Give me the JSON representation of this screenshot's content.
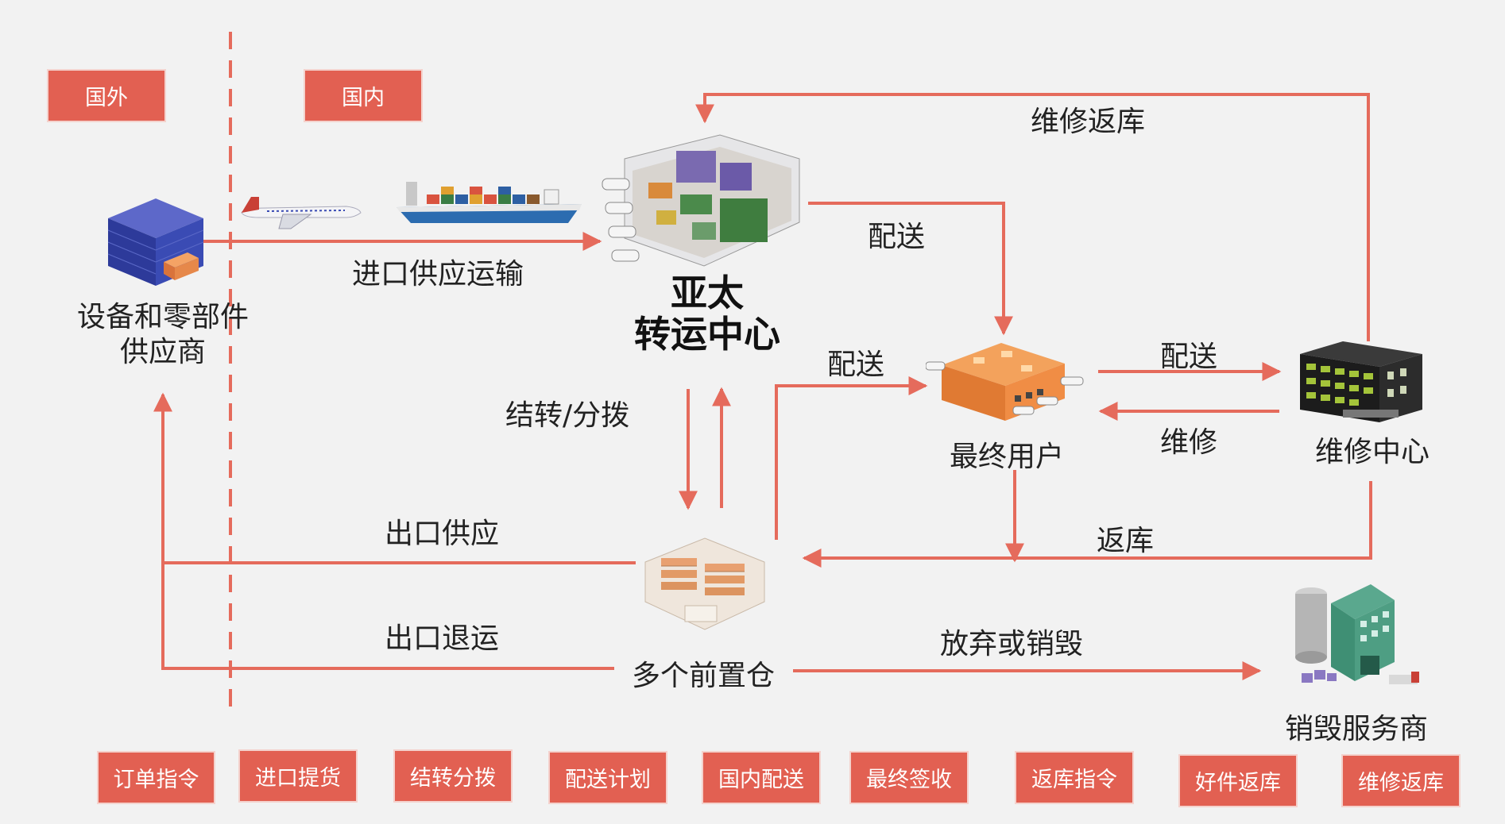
{
  "region_tags": {
    "overseas": "国外",
    "domestic": "国内"
  },
  "nodes": {
    "supplier_line1": "设备和零部件",
    "supplier_line2": "供应商",
    "hub_line1": "亚太",
    "hub_line2": "转运中心",
    "end_user": "最终用户",
    "repair_center": "维修中心",
    "forward_warehouses": "多个前置仓",
    "destruction_vendor": "销毁服务商"
  },
  "flows": {
    "import_transport": "进口供应运输",
    "repair_return_top": "维修返库",
    "delivery_hub": "配送",
    "delivery_warehouse": "配送",
    "delivery_repair": "配送",
    "repair": "维修",
    "transfer": "结转/分拨",
    "export_supply": "出口供应",
    "return_stock": "返库",
    "export_return": "出口退运",
    "abandon_destroy": "放弃或销毁"
  },
  "process_steps": [
    "订单指令",
    "进口提货",
    "结转分拨",
    "配送计划",
    "国内配送",
    "最终签收",
    "返库指令",
    "好件返库",
    "维修返库"
  ],
  "colors": {
    "accent": "#e26052",
    "arrow": "#e56b5c",
    "text": "#222222"
  }
}
